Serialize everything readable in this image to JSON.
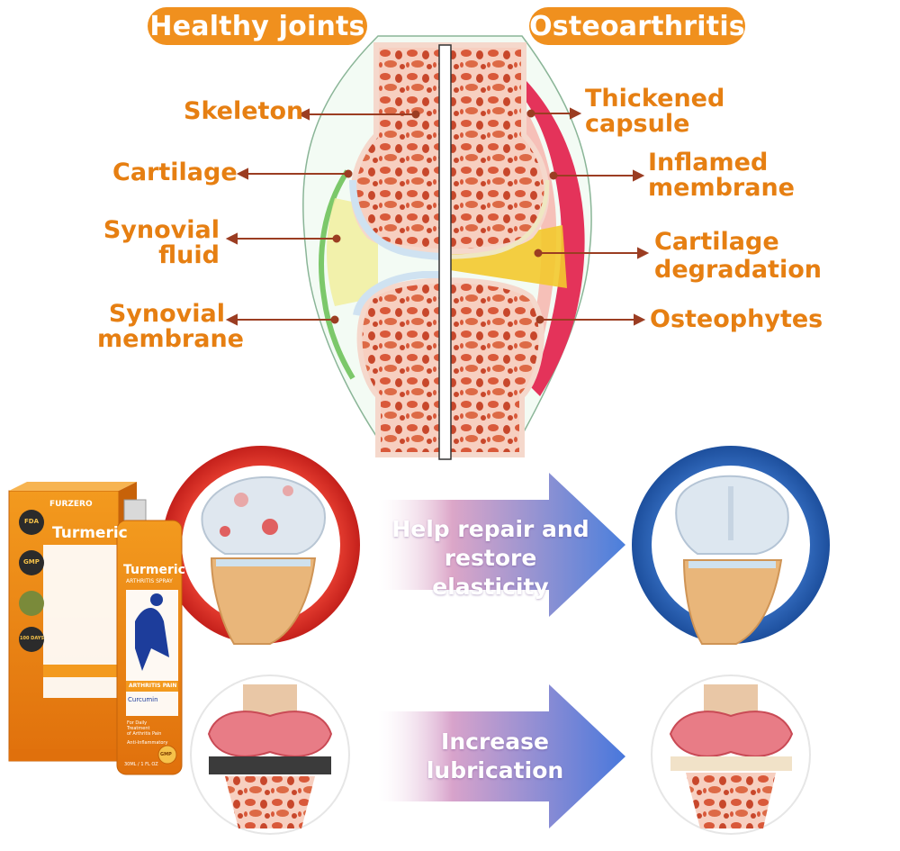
{
  "headers": {
    "left": "Healthy joints",
    "right": "Osteoarthritis"
  },
  "labels_left": {
    "skeleton": "Skeleton",
    "cartilage": "Cartilage",
    "synovial_fluid": [
      "Synovial",
      "fluid"
    ],
    "synovial_membrane": [
      "Synovial",
      "membrane"
    ]
  },
  "labels_right": {
    "thickened_capsule": [
      "Thickened",
      "capsule"
    ],
    "inflamed_membrane": [
      "Inflamed",
      "membrane"
    ],
    "cartilage_degradation": [
      "Cartilage",
      "degradation"
    ],
    "osteophytes": "Osteophytes"
  },
  "arrows": {
    "top": [
      "Help repair and",
      "restore elasticity"
    ],
    "bottom": [
      "Increase",
      "lubrication"
    ]
  },
  "product": {
    "brand": "FURZERO",
    "name": "Turmeric",
    "subtitle": "ARTHRITIS SPRAY",
    "band": "ARTHRITIS PAIN",
    "ingredient": "Curcumin",
    "use": [
      "For Daily",
      "Treatment",
      "of Arthritis Pain"
    ],
    "anti": "Anti-Inflammatory",
    "volume": "30ML / 1 FL OZ",
    "badges": [
      "FDA",
      "GMP",
      "100 DAYS",
      "GMP"
    ]
  },
  "colors": {
    "accent": "#f0901e",
    "label": "#e67f12",
    "arrow_start": "#f4b9c9",
    "arrow_end": "#4a7fdc",
    "bone": "#f6c9b8",
    "inflamed": "#e4335a"
  }
}
